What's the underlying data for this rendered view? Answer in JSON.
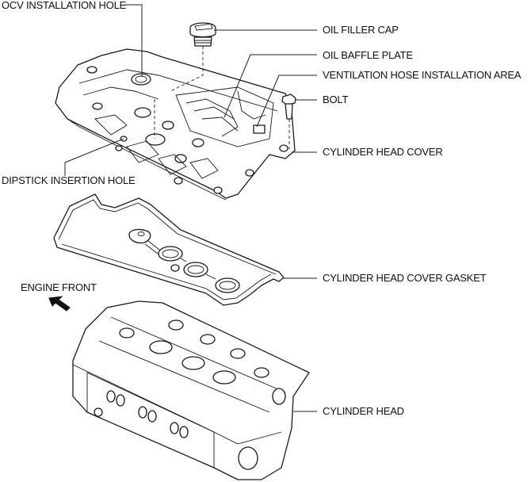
{
  "diagram": {
    "title": "Cylinder head cover exploded view",
    "labels": {
      "ocv_installation_hole": "OCV INSTALLATION HOLE",
      "oil_filler_cap": "OIL FILLER CAP",
      "oil_baffle_plate": "OIL BAFFLE PLATE",
      "ventilation_hose_area": "VENTILATION HOSE INSTALLATION AREA",
      "bolt": "BOLT",
      "cylinder_head_cover": "CYLINDER HEAD COVER",
      "dipstick_insertion_hole": "DIPSTICK INSERTION HOLE",
      "cylinder_head_cover_gasket": "CYLINDER HEAD COVER GASKET",
      "engine_front": "ENGINE FRONT",
      "cylinder_head": "CYLINDER HEAD"
    },
    "colors": {
      "line": "#1a1a1a",
      "background": "#ffffff"
    }
  }
}
